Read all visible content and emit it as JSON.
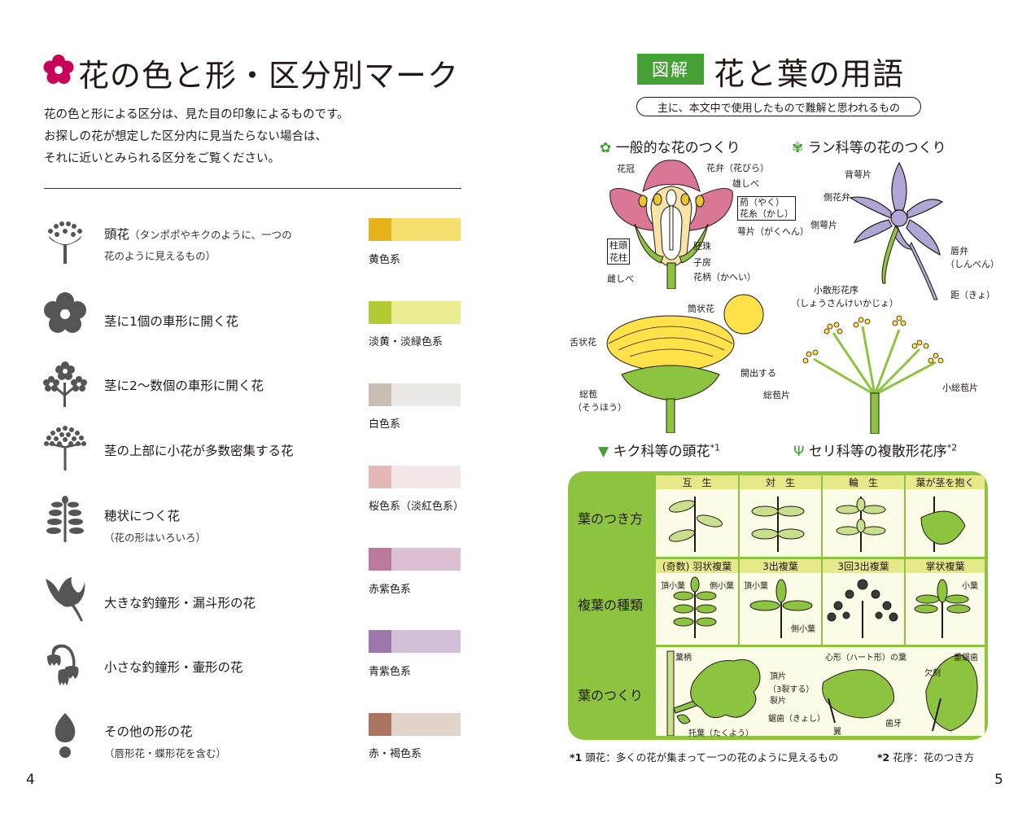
{
  "left": {
    "title": "花の色と形・区分別マーク",
    "intro": [
      "花の色と形による区分は、見た目の印象によるものです。",
      "お探しの花が想定した区分内に見当たらない場合は、",
      "それに近いとみられる区分をご覧ください。"
    ],
    "categories": [
      {
        "title": "頭花",
        "title_note": "（タンポポやキクのように、一つの",
        "sub": "花のように見えるもの）",
        "icon": "flower-head-icon"
      },
      {
        "title": "茎に1個の車形に開く花",
        "sub": "",
        "icon": "single-wheel-flower-icon"
      },
      {
        "title": "茎に2〜数個の車形に開く花",
        "sub": "",
        "icon": "multi-wheel-flower-icon"
      },
      {
        "title": "茎の上部に小花が多数密集する花",
        "sub": "",
        "icon": "umbel-cluster-icon"
      },
      {
        "title": "穂状につく花",
        "sub": "（花の形はいろいろ）",
        "icon": "spike-flower-icon"
      },
      {
        "title": "大きな釣鐘形・漏斗形の花",
        "sub": "",
        "icon": "large-bell-flower-icon"
      },
      {
        "title": "小さな釣鐘形・壷形の花",
        "sub": "",
        "icon": "small-bell-flower-icon"
      },
      {
        "title": "その他の形の花",
        "sub": "（唇形花・蝶形花を含む）",
        "icon": "other-shape-flower-icon"
      }
    ],
    "colors": [
      {
        "label": "黄色系",
        "dark": "#e5b21c",
        "light": "#f6df6c"
      },
      {
        "label": "淡黄・淡緑色系",
        "dark": "#b5c935",
        "light": "#e9ec91"
      },
      {
        "label": "白色系",
        "dark": "#c7beb4",
        "light": "#ebe9e6"
      },
      {
        "label": "桜色系（淡紅色系）",
        "dark": "#e5b7b9",
        "light": "#f2e6e7"
      },
      {
        "label": "赤紫色系",
        "dark": "#b97a9d",
        "light": "#dbc0d4"
      },
      {
        "label": "青紫色系",
        "dark": "#9b77ac",
        "light": "#d2c0d8"
      },
      {
        "label": "赤・褐色系",
        "dark": "#aa7461",
        "light": "#e1d3c9"
      }
    ],
    "page_number": "4"
  },
  "right": {
    "badge": "図解",
    "title": "花と葉の用語",
    "subtitle": "主に、本文中で使用したもので難解と思われるもの",
    "sections": {
      "general": "一般的な花のつくり",
      "orchid": "ラン科等の花のつくり",
      "composite": "キク科等の頭花",
      "composite_mark": "*1",
      "umbel": "セリ科等の複散形花序",
      "umbel_mark": "*2"
    },
    "general_labels": {
      "kakan": "花冠",
      "kaben": "花弁（花びら）",
      "oshibe": "雄しべ",
      "yaku": "葯（やく）",
      "kashi": "花糸（かし）",
      "gakuhen": "萼片（がくへん）",
      "chuto": "柱頭",
      "kachu": "花柱",
      "meshibe": "雌しべ",
      "haishu": "胚珠",
      "shibo": "子房",
      "kahei": "花柄（かへい）"
    },
    "orchid_labels": {
      "haigakuhen": "背萼片",
      "sokukaben": "側花弁",
      "sokugakuhen": "側萼片",
      "shinben": "唇弁",
      "shinben_kana": "（しんべん）",
      "kyo": "距（きょ）"
    },
    "composite_labels": {
      "tojoka": "筒状花",
      "zetsujoka": "舌状花",
      "kaishutsu": "開出する",
      "sobo": "総苞",
      "sobo_kana": "（そうほう）",
      "sobohen": "総苞片"
    },
    "umbel_labels": {
      "shosankei": "小散形花序",
      "shosankei_kana": "（しょうさんけいかじょ）",
      "shosobohen": "小総苞片"
    },
    "table": {
      "rows": [
        "葉のつき方",
        "複葉の種類",
        "葉のつくり"
      ],
      "arrangement_heads": [
        "互　生",
        "対　生",
        "輪　生",
        "葉が茎を抱く"
      ],
      "compound_heads": [
        "(奇数) 羽状複葉",
        "3出複葉",
        "3回3出複葉",
        "掌状複葉"
      ],
      "compound_labels": {
        "choshoyo1": "頂小葉",
        "sokushoyo1": "側小葉",
        "choshoyo2": "頂小葉",
        "sokushoyo2": "側小葉",
        "shoyo": "小葉"
      },
      "structure_labels": {
        "yohei": "葉柄",
        "chohen": "頂片",
        "sanretsu": "（3裂する）",
        "retsuhen": "裂片",
        "kyoshi": "鋸歯（きょし）",
        "takuyo": "托葉（たくよう）",
        "heart": "心形（ハート形）の葉",
        "yoku": "翼",
        "shiga": "歯牙",
        "kekkoku": "欠刻",
        "jukyoshi": "重鋸歯"
      }
    },
    "footnotes": {
      "n1": "頭花：多くの花が集まって一つの花のように見えるもの",
      "n1_mark": "*1",
      "n2": "花序：花のつき方",
      "n2_mark": "*2"
    },
    "page_number": "5",
    "accent": "#45a036"
  }
}
